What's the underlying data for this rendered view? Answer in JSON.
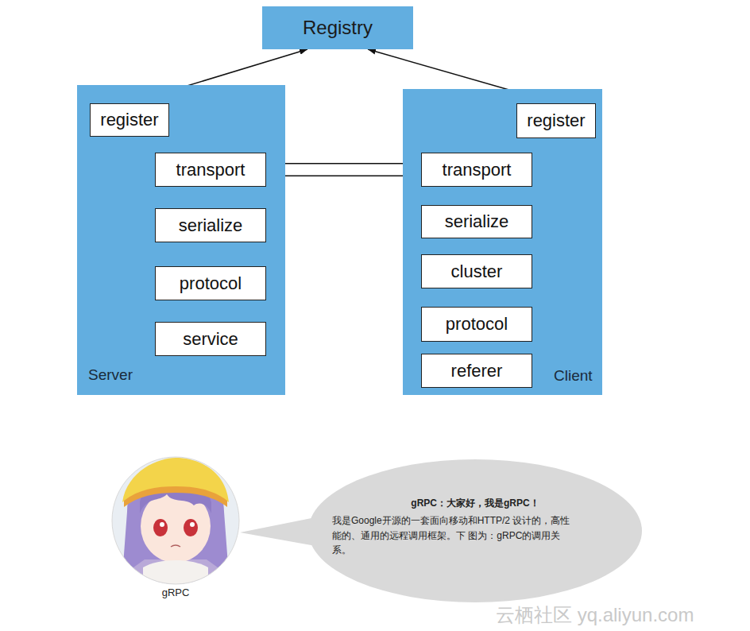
{
  "diagram": {
    "nodes": [
      {
        "text": [
          "Registry"
        ]
      },
      {
        "text": [
          "Server"
        ]
      },
      {
        "text": [
          "register"
        ],
        "in": 1
      },
      {
        "text": [
          "transport"
        ],
        "in": 1
      },
      {
        "text": [
          "serialize"
        ],
        "in": 1
      },
      {
        "text": [
          "protocol"
        ],
        "in": 1
      },
      {
        "text": [
          "service"
        ],
        "in": 1
      },
      {
        "text": [
          "Client"
        ]
      },
      {
        "text": [
          "register"
        ],
        "in": 7
      },
      {
        "text": [
          "transport"
        ],
        "in": 7
      },
      {
        "text": [
          "serialize"
        ],
        "in": 7
      },
      {
        "text": [
          "cluster"
        ],
        "in": 7
      },
      {
        "text": [
          "protocol"
        ],
        "in": 7
      },
      {
        "text": [
          "referer"
        ],
        "in": 7
      },
      {
        "text": [
          "gRPC"
        ]
      },
      {
        "text": [
          "gRPC：大家好，我是gRPC！",
          "我是Google开源的一套面向移动和HTTP/2 设计的，高性能的、通用的远程调用框架。下 图为：gRPC的调用关系。"
        ]
      }
    ],
    "edges": [
      {
        "from": 2,
        "to": 0,
        "arrow": "to"
      },
      {
        "from": 0,
        "to": 8,
        "arrow": "both"
      },
      {
        "from": 2,
        "to": 5,
        "arrow": "both"
      },
      {
        "from": 3,
        "to": 4,
        "arrow": "to"
      },
      {
        "from": 4,
        "to": 3,
        "arrow": "to"
      },
      {
        "from": 4,
        "to": 5,
        "arrow": "to"
      },
      {
        "from": 5,
        "to": 4,
        "arrow": "to"
      },
      {
        "from": 5,
        "to": 6,
        "arrow": "to"
      },
      {
        "from": 6,
        "to": 5,
        "arrow": "to"
      },
      {
        "from": 9,
        "to": 3,
        "arrow": "to"
      },
      {
        "from": 3,
        "to": 9,
        "arrow": "to"
      },
      {
        "from": 8,
        "to": 12,
        "arrow": "both"
      },
      {
        "from": 9,
        "to": 10,
        "arrow": "to"
      },
      {
        "from": 10,
        "to": 9,
        "arrow": "to"
      },
      {
        "from": 10,
        "to": 11,
        "arrow": "to"
      },
      {
        "from": 11,
        "to": 10,
        "arrow": "to"
      },
      {
        "from": 11,
        "to": 12,
        "arrow": "to"
      },
      {
        "from": 12,
        "to": 11,
        "arrow": "to"
      },
      {
        "from": 12,
        "to": 13,
        "arrow": "to"
      },
      {
        "from": 13,
        "to": 12,
        "arrow": "to"
      }
    ],
    "labels": [
      "云栖社区 yq.aliyun.com"
    ]
  }
}
